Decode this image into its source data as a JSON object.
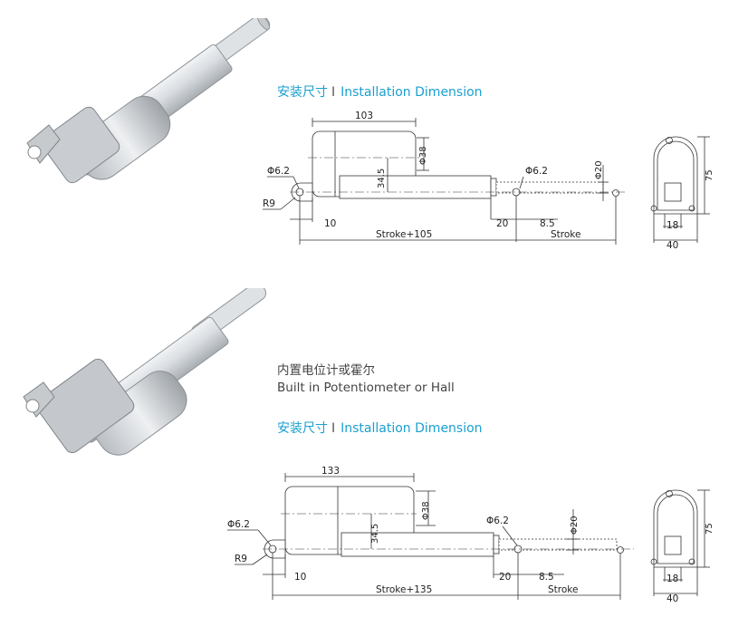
{
  "sections": [
    {
      "title_cn": "安装尺寸",
      "title_sep": "I",
      "title_en": "Installation Dimension",
      "dims": {
        "length": "103",
        "width_motor": "Φ38",
        "offset": "34.5",
        "hole_left": "Φ6.2",
        "radius": "R9",
        "hole_right": "Φ6.2",
        "rod_dia": "Φ20",
        "left_gap": "10",
        "right_gap": "20",
        "hole_offset": "8.5",
        "total": "Stroke+105",
        "stroke": "Stroke"
      },
      "side": {
        "height": "75",
        "inner": "18",
        "width": "40"
      }
    },
    {
      "title_cn": "安装尺寸",
      "title_sep": "I",
      "title_en": "Installation Dimension",
      "caption_cn": "内置电位计或霍尔",
      "caption_en": "Built in Potentiometer or Hall",
      "dims": {
        "length": "133",
        "width_motor": "Φ38",
        "offset": "34.5",
        "hole_left": "Φ6.2",
        "radius": "R9",
        "hole_right": "Φ6.2",
        "rod_dia": "Φ20",
        "left_gap": "10",
        "right_gap": "20",
        "hole_offset": "8.5",
        "total": "Stroke+135",
        "stroke": "Stroke"
      },
      "side": {
        "height": "75",
        "inner": "18",
        "width": "40"
      }
    }
  ]
}
